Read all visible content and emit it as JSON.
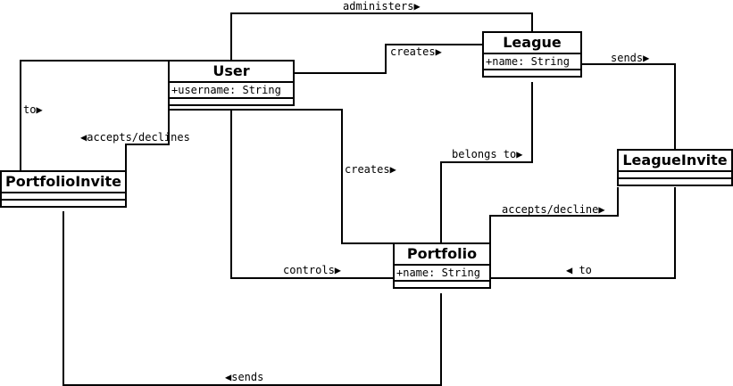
{
  "classes": {
    "user": {
      "name": "User",
      "attr": "+username: String"
    },
    "league": {
      "name": "League",
      "attr": "+name: String"
    },
    "portfolio": {
      "name": "Portfolio",
      "attr": "+name: String"
    },
    "portfolio_invite": {
      "name": "PortfolioInvite"
    },
    "league_invite": {
      "name": "LeagueInvite"
    }
  },
  "associations": {
    "administers": "administers▶",
    "user_creates_league": "creates▶",
    "sends_league_invite": "sends▶",
    "to_user": "to▶",
    "accepts_declines": "◀accepts/declines",
    "user_creates_portfolio": "creates▶",
    "belongs_to": "belongs to▶",
    "accepts_decline": "accepts/decline▶",
    "controls": "controls▶",
    "to_portfolio": "◀ to",
    "sends_portfolio_invite": "◀sends"
  }
}
